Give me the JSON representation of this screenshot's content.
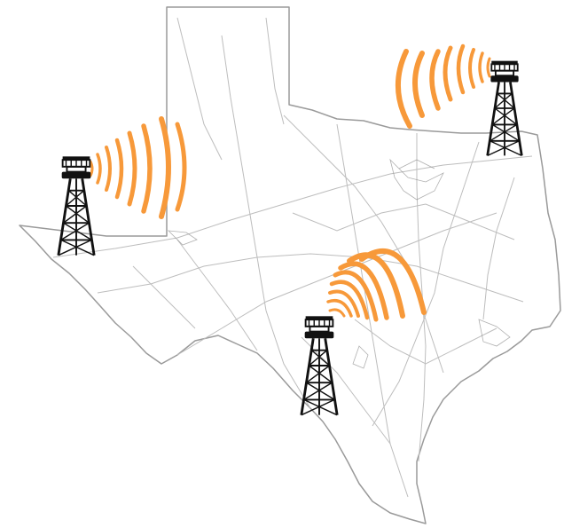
{
  "colors": {
    "background": "#ffffff",
    "state_outline": "#9a9a9a",
    "road_network": "#bdbdbd",
    "road_network_dark": "#8f8f8f",
    "signal_wave": "#f7993a",
    "tower": "#111111"
  },
  "icons": {
    "tower": "radio-tower-icon",
    "signal": "signal-wave-icon"
  },
  "towers": [
    {
      "id": "west",
      "signal_direction": "right"
    },
    {
      "id": "northeast",
      "signal_direction": "left"
    },
    {
      "id": "central",
      "signal_direction": "up-right"
    }
  ]
}
